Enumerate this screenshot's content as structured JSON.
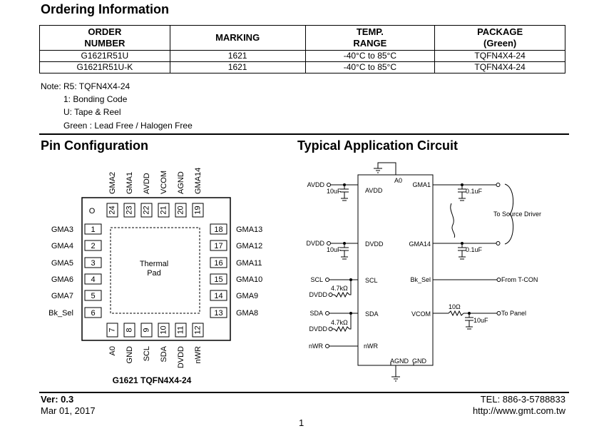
{
  "ordering": {
    "title": "Ordering Information",
    "headers": [
      {
        "l1": "ORDER",
        "l2": "NUMBER"
      },
      {
        "l1": "MARKING",
        "l2": ""
      },
      {
        "l1": "TEMP.",
        "l2": "RANGE"
      },
      {
        "l1": "PACKAGE",
        "l2": "(Green)"
      }
    ],
    "rows": [
      [
        "G1621R51U",
        "1621",
        "-40°C to 85°C",
        "TQFN4X4-24"
      ],
      [
        "G1621R51U-K",
        "1621",
        "-40°C to 85°C",
        "TQFN4X4-24"
      ]
    ],
    "notes": [
      "Note: R5: TQFN4X4-24",
      "1: Bonding Code",
      "U: Tape & Reel",
      "Green : Lead Free / Halogen Free"
    ]
  },
  "pin_config": {
    "title": "Pin Configuration",
    "top_pins": [
      {
        "name": "GMA2",
        "num": "24"
      },
      {
        "name": "GMA1",
        "num": "23"
      },
      {
        "name": "AVDD",
        "num": "22"
      },
      {
        "name": "VCOM",
        "num": "21"
      },
      {
        "name": "AGND",
        "num": "20"
      },
      {
        "name": "GMA14",
        "num": "19"
      }
    ],
    "left_pins": [
      {
        "name": "GMA3",
        "num": "1"
      },
      {
        "name": "GMA4",
        "num": "2"
      },
      {
        "name": "GMA5",
        "num": "3"
      },
      {
        "name": "GMA6",
        "num": "4"
      },
      {
        "name": "GMA7",
        "num": "5"
      },
      {
        "name": "Bk_Sel",
        "num": "6"
      }
    ],
    "right_pins": [
      {
        "name": "GMA13",
        "num": "18"
      },
      {
        "name": "GMA12",
        "num": "17"
      },
      {
        "name": "GMA11",
        "num": "16"
      },
      {
        "name": "GMA10",
        "num": "15"
      },
      {
        "name": "GMA9",
        "num": "14"
      },
      {
        "name": "GMA8",
        "num": "13"
      }
    ],
    "bottom_pins": [
      {
        "name": "A0",
        "num": "7"
      },
      {
        "name": "GND",
        "num": "8"
      },
      {
        "name": "SCL",
        "num": "9"
      },
      {
        "name": "SDA",
        "num": "10"
      },
      {
        "name": "DVDD",
        "num": "11"
      },
      {
        "name": "nWR",
        "num": "12"
      }
    ],
    "pin1_mark": "O",
    "thermal_line1": "Thermal",
    "thermal_line2": "Pad",
    "caption": "G1621 TQFN4X4-24"
  },
  "circuit": {
    "title": "Typical Application Circuit",
    "chip_pins": {
      "a0": "A0",
      "avdd": "AVDD",
      "dvdd": "DVDD",
      "scl": "SCL",
      "sda": "SDA",
      "nwr": "nWR",
      "gma1": "GMA1",
      "gma14": "GMA14",
      "bksel": "Bk_Sel",
      "vcom": "VCOM",
      "agnd": "AGND",
      "gnd": "GND"
    },
    "ext": {
      "avdd": "AVDD",
      "dvdd": "DVDD",
      "scl": "SCL",
      "sda": "SDA",
      "nwr": "nWR",
      "dvdd_pull1": "DVDD",
      "dvdd_pull2": "DVDD",
      "to_source": "To Source Driver",
      "to_tcon": "From T-CON",
      "to_panel": "To Panel"
    },
    "components": {
      "cap_avdd": "10uF",
      "cap_dvdd": "10uF",
      "cap_gma1": "0.1uF",
      "cap_gma14": "0.1uF",
      "res_scl": "4.7kΩ",
      "res_sda": "4.7kΩ",
      "res_vcom": "10Ω",
      "cap_vcom": "10uF"
    }
  },
  "footer": {
    "ver": "Ver: 0.3",
    "date": "Mar 01, 2017",
    "tel": "TEL: 886-3-5788833",
    "url": "http://www.gmt.com.tw",
    "page": "1"
  }
}
